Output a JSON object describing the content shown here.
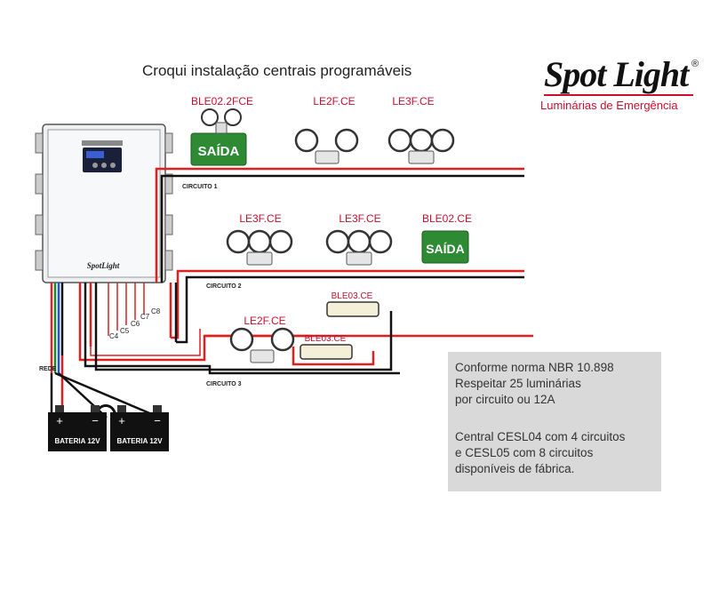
{
  "title": "Croqui instalação centrais programáveis",
  "logo": {
    "brand": "Spot Light",
    "reg": "®",
    "subtitle": "Luminárias de Emergência"
  },
  "fixtures": {
    "c1": [
      "BLE02.2FCE",
      "LE2F.CE",
      "LE3F.CE"
    ],
    "c2": [
      "LE3F.CE",
      "LE3F.CE",
      "BLE02.CE"
    ],
    "c3": [
      "LE2F.CE",
      "BLE03.CE",
      "BLE03.CE"
    ]
  },
  "sign_text": "SAÍDA",
  "circuits": [
    "CIRCUITO 1",
    "CIRCUITO 2",
    "CIRCUITO 3"
  ],
  "channel_labels": [
    "C4",
    "C5",
    "C6",
    "C7",
    "C8"
  ],
  "rede_label": "REDE",
  "panel_brand": "SpotLight",
  "batteries": [
    {
      "label": "BATERIA 12V",
      "plus": "+",
      "minus": "−"
    },
    {
      "label": "BATERIA 12V",
      "plus": "+",
      "minus": "−"
    }
  ],
  "note_lines": [
    "Conforme norma NBR 10.898",
    "Respeitar 25 luminárias",
    "por circuito ou 12A",
    "Central CESL04 com 4 circuitos",
    "e CESL05 com 8 circuitos",
    "disponíveis de fábrica."
  ],
  "colors": {
    "red_wire": "#e02020",
    "black_wire": "#111111",
    "sign_green": "#2e8b34",
    "label_red": "#c8102e",
    "green_wire": "#1a8a2a",
    "blue_wire": "#2255cc"
  }
}
